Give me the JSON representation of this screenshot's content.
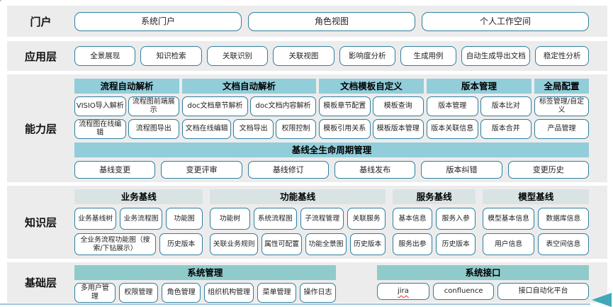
{
  "colors": {
    "band_background": "#EDECEC",
    "button_border": "#2E7F9E",
    "capability_header": "#92CDDA",
    "knowledge_header": "#DAE3E3",
    "base_header": "#90CBCB",
    "bottom_line": "#9DC3E6",
    "bottom_arrow": "#3FA9B9"
  },
  "icons": {
    "bottom_arrow": "left-arrow"
  },
  "portal": {
    "label": "门户",
    "items": [
      "系统门户",
      "角色视图",
      "个人工作空间"
    ]
  },
  "app_layer": {
    "label": "应用层",
    "items": [
      "全景展现",
      "知识检索",
      "关联识别",
      "关联视图",
      "影响度分析",
      "生成用例",
      "自动生成导出文档",
      "稳定性分析"
    ]
  },
  "capability_layer": {
    "label": "能力层",
    "groups": [
      {
        "title": "流程自动解析",
        "rows": [
          [
            "VISIO导入解析",
            "流程图前端展示"
          ],
          [
            "流程图在线编辑",
            "流程图导出"
          ]
        ]
      },
      {
        "title": "文档自动解析",
        "rows": [
          [
            "doc文档章节解析",
            "doc文档内容解析"
          ],
          [
            "文档在线编辑",
            "文档导出",
            "权限控制"
          ]
        ]
      },
      {
        "title": "文档模板自定义",
        "rows": [
          [
            "模板章节配置",
            "模板查询"
          ],
          [
            "模板引用关系",
            "模板版本管理"
          ]
        ]
      },
      {
        "title": "版本管理",
        "rows": [
          [
            "版本管理",
            "版本比对"
          ],
          [
            "版本关联信息",
            "版本合并"
          ]
        ]
      },
      {
        "title": "全局配置",
        "rows": [
          [
            "标签管理/自定义"
          ],
          [
            "产品管理"
          ]
        ]
      }
    ],
    "baseline": {
      "title": "基线全生命周期管理",
      "items": [
        "基线变更",
        "变更评审",
        "基线修订",
        "基线发布",
        "版本纠错",
        "变更历史"
      ]
    }
  },
  "knowledge_layer": {
    "label": "知识层",
    "groups": [
      {
        "title": "业务基线",
        "rows": [
          [
            "业务基线树",
            "业务流程图",
            "功能图"
          ],
          [
            "全业务流程功能图（搜索/下钻展示）",
            "历史版本"
          ]
        ]
      },
      {
        "title": "功能基线",
        "rows": [
          [
            "功能树",
            "系统流程图",
            "子流程管理",
            "关联服务"
          ],
          [
            "关联业务规则",
            "属性可配置",
            "功能全景图",
            "历史版本"
          ]
        ]
      },
      {
        "title": "服务基线",
        "rows": [
          [
            "基本信息",
            "服务入参"
          ],
          [
            "服务出参",
            "历史版本"
          ]
        ]
      },
      {
        "title": "模型基线",
        "rows": [
          [
            "模型基本信息",
            "数据库信息"
          ],
          [
            "用户信息",
            "表空间信息"
          ]
        ]
      }
    ]
  },
  "base_layer": {
    "label": "基础层",
    "groups": [
      {
        "title": "系统管理",
        "items": [
          "多用户管理",
          "权限管理",
          "角色管理",
          "组织机构管理",
          "菜单管理",
          "操作日志"
        ]
      },
      {
        "title": "系统接口",
        "items": [
          "jira",
          "confluence",
          "接口自动化平台"
        ]
      }
    ]
  }
}
